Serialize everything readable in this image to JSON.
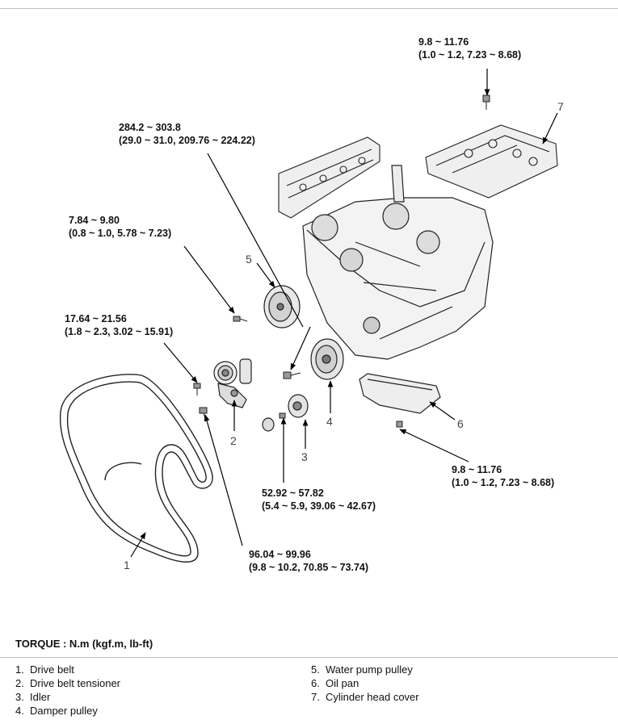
{
  "torques": {
    "cover_bolt": {
      "line1": "9.8 ~ 11.76",
      "line2": "(1.0 ~ 1.2, 7.23 ~ 8.68)"
    },
    "damper_bolt": {
      "line1": "284.2 ~ 303.8",
      "line2": "(29.0 ~ 31.0, 209.76 ~ 224.22)"
    },
    "water_pump_bolt": {
      "line1": "7.84 ~ 9.80",
      "line2": "(0.8 ~ 1.0, 5.78 ~ 7.23)"
    },
    "tensioner_bolt_small": {
      "line1": "17.64 ~ 21.56",
      "line2": "(1.8 ~ 2.3, 3.02 ~ 15.91)"
    },
    "oil_pan_bolt": {
      "line1": "9.8 ~ 11.76",
      "line2": "(1.0 ~ 1.2, 7.23 ~ 8.68)"
    },
    "idler_bolt": {
      "line1": "52.92 ~ 57.82",
      "line2": "(5.4 ~ 5.9, 39.06 ~ 42.67)"
    },
    "tensioner_bolt_large": {
      "line1": "96.04 ~ 99.96",
      "line2": "(9.8 ~ 10.2, 70.85 ~ 73.74)"
    }
  },
  "callouts": {
    "c1": "1",
    "c2": "2",
    "c3": "3",
    "c4": "4",
    "c5": "5",
    "c6": "6",
    "c7": "7"
  },
  "torque_unit_title": "TORQUE : N.m (kgf.m, lb-ft)",
  "legend": {
    "left": [
      {
        "num": "1.",
        "name": "Drive belt"
      },
      {
        "num": "2.",
        "name": "Drive belt tensioner"
      },
      {
        "num": "3.",
        "name": "Idler"
      },
      {
        "num": "4.",
        "name": "Damper pulley"
      }
    ],
    "right": [
      {
        "num": "5.",
        "name": "Water pump pulley"
      },
      {
        "num": "6.",
        "name": "Oil pan"
      },
      {
        "num": "7.",
        "name": "Cylinder head cover"
      }
    ]
  }
}
